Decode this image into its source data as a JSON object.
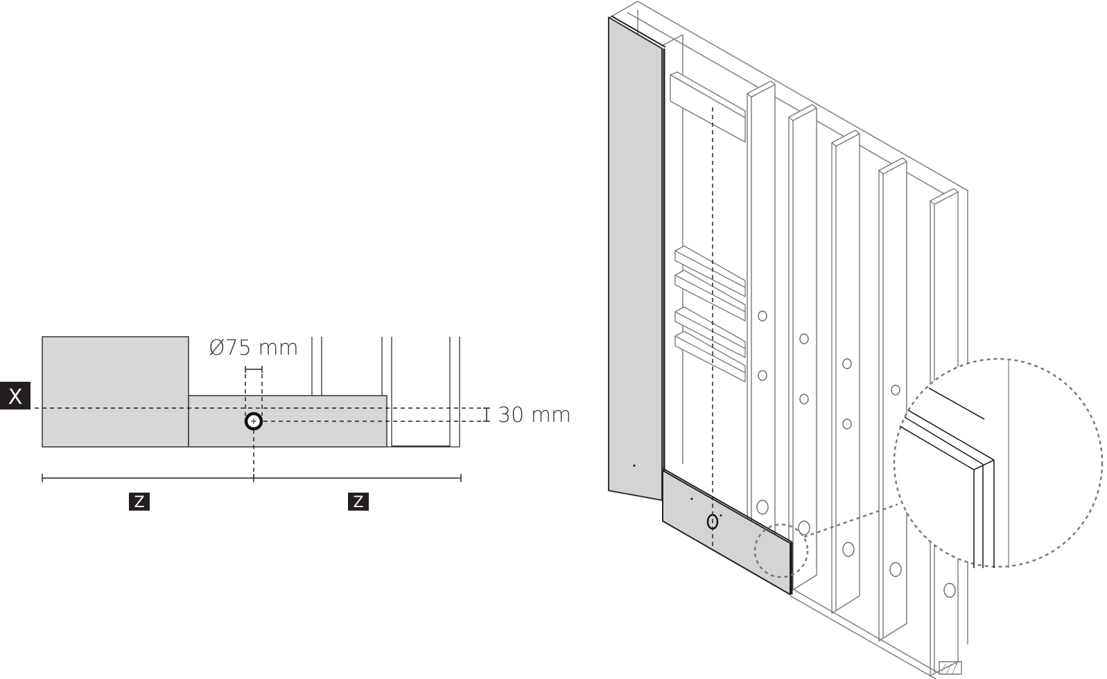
{
  "elevation": {
    "diameter_label": "Ø75 mm",
    "offset_label": "30 mm",
    "x_tag": "X",
    "z_tag_left": "Z",
    "z_tag_right": "Z"
  },
  "colors": {
    "board_fill": "#d7d7d7",
    "line": "#333333",
    "frame_line": "#777777",
    "tag_bg": "#231f20",
    "callout_dash": "#7a7a7a"
  }
}
